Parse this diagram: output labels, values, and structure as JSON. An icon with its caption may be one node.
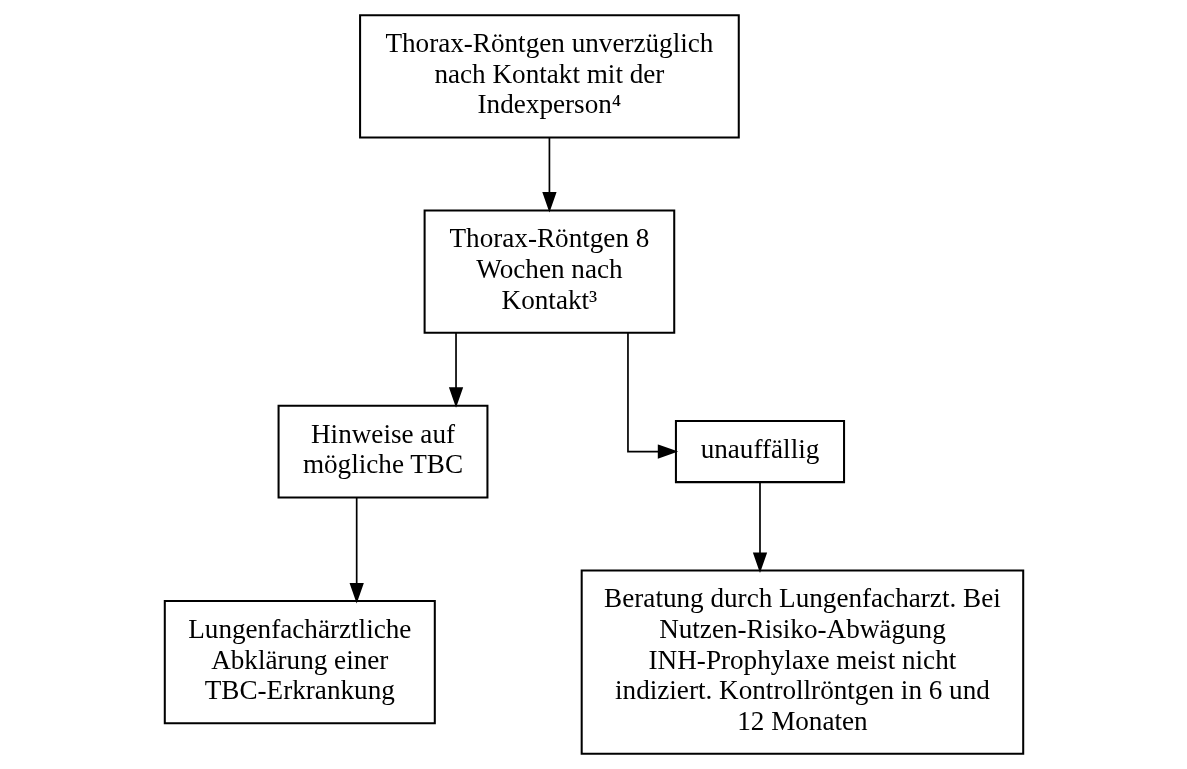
{
  "diagram": {
    "nodes": [
      {
        "text": [
          "Thorax-Röntgen unverzüglich nach Kontakt mit der Indexperson⁴"
        ]
      },
      {
        "text": [
          "Thorax-Röntgen 8 Wochen nach Kontakt³"
        ]
      },
      {
        "text": [
          "Hinweise auf mögliche TBC"
        ]
      },
      {
        "text": [
          "unauffällig"
        ]
      },
      {
        "text": [
          "Lungenfachärztliche Abklärung einer TBC-Erkrankung"
        ]
      },
      {
        "text": [
          "Beratung durch Lungenfacharzt. Bei Nutzen-Risiko-Abwägung INH-Prophylaxe meist nicht indiziert. Kontrollröntgen in 6 und 12 Monaten"
        ]
      }
    ],
    "edges": [
      {
        "from": 0,
        "to": 1,
        "arrow": "to"
      },
      {
        "from": 1,
        "to": 2,
        "arrow": "to"
      },
      {
        "from": 1,
        "to": 3,
        "arrow": "to"
      },
      {
        "from": 2,
        "to": 4,
        "arrow": "to"
      },
      {
        "from": 3,
        "to": 5,
        "arrow": "to"
      }
    ]
  }
}
